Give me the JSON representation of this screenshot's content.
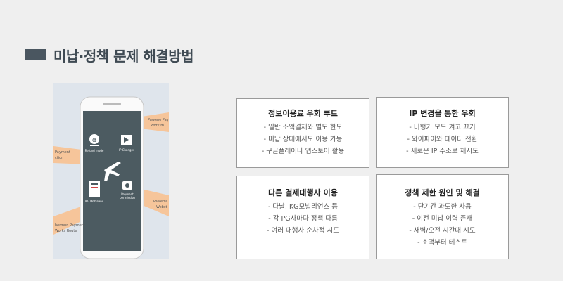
{
  "page_title": "미납·정책 문제 해결방법",
  "illustration": {
    "labels": {
      "left_arrow": "Payment\nction",
      "top_right_arrow": "Pawene Pay\nWork m",
      "right_arrow": "Pawerta\nWebst",
      "bottom_arrow": "hermun Payment\nWorks Route",
      "icon_refund": "Refund mode",
      "icon_ip": "IP Changes",
      "icon_kg": "KG Mobilians",
      "icon_payment": "Payment\npermission"
    },
    "colors": {
      "screen": "#4c5b61",
      "arrow": "#f6c59a",
      "bg": "#dfe5ec"
    }
  },
  "cards": [
    {
      "title": "정보이용료 우회 루트",
      "items": [
        "- 일반 소액결제와 별도 한도",
        "- 미납 상태에서도 이용 가능",
        "- 구글플레이나 앱스토어 활용"
      ]
    },
    {
      "title": "IP 변경을 통한 우회",
      "items": [
        "- 비행기 모드 켜고 끄기",
        "- 와이파이와 데이터 전환",
        "- 새로운 IP 주소로 재시도"
      ]
    },
    {
      "title": "다른 결제대행사 이용",
      "items": [
        "- 다날, KG모빌리언스 등",
        "- 각 PG사마다 정책 다름",
        "- 여러 대행사 순차적 시도"
      ]
    },
    {
      "title": "정책 제한 원인 및 해결",
      "items": [
        "- 단기간 과도한 사용",
        "- 이전 미납 이력 존재",
        "- 새벽/오전 시간대 시도",
        "- 소액부터 테스트"
      ]
    }
  ]
}
